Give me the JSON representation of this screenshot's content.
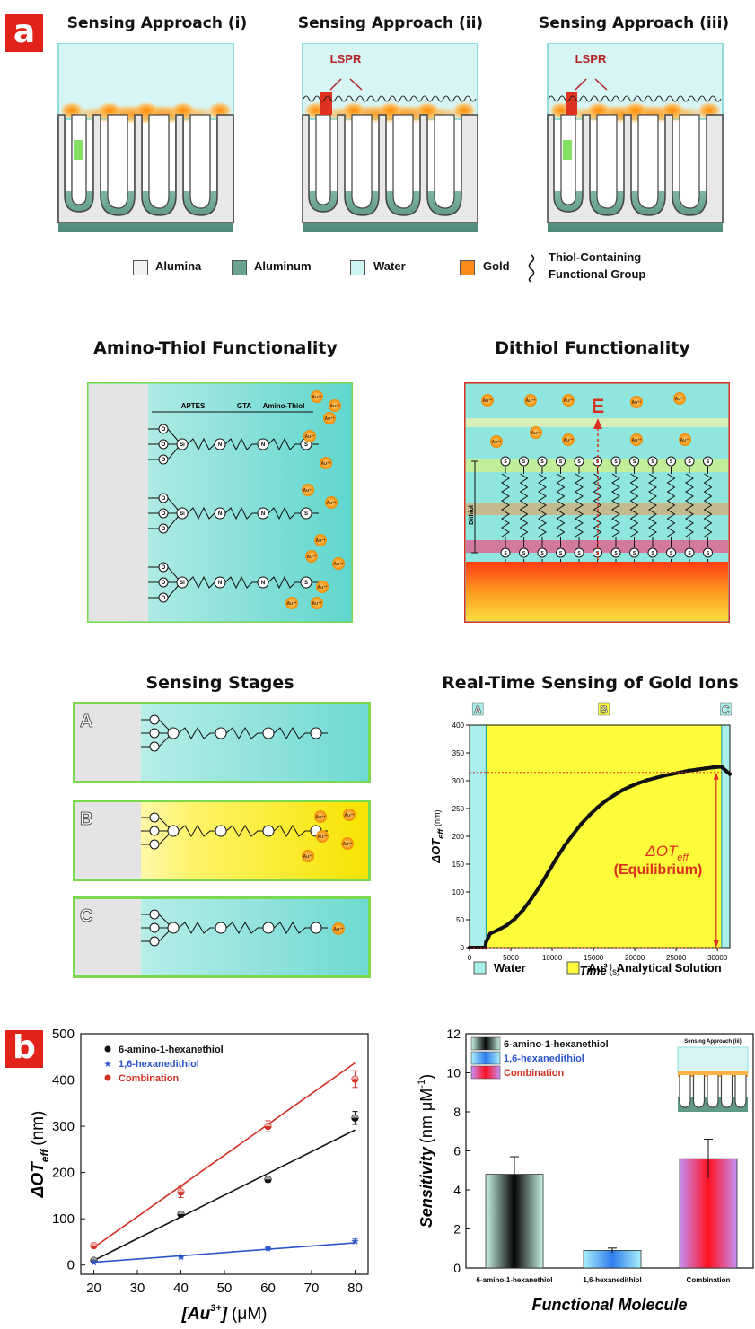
{
  "panel_a": {
    "badge": "a",
    "approaches": [
      "Sensing Approach (i)",
      "Sensing Approach (ii)",
      "Sensing Approach (iii)"
    ],
    "lspr_label": "LSPR",
    "legend": {
      "alumina": "Alumina",
      "aluminum": "Aluminum",
      "water": "Water",
      "gold": "Gold",
      "thiol_line1": "Thiol-Containing",
      "thiol_line2": "Functional Group"
    },
    "amino_thiol": {
      "title": "Amino-Thiol Functionality",
      "segment_aptes": "APTES",
      "segment_gta": "GTA",
      "segment_amino_thiol": "Amino-Thiol",
      "atom_o": "O",
      "atom_si": "Si",
      "atom_n": "N",
      "atom_s": "S",
      "ion": "Au³⁺"
    },
    "dithiol": {
      "title": "Dithiol Functionality",
      "field_label": "E",
      "side_label": "Dithiol",
      "ion": "Au³⁺",
      "atom_s": "S"
    },
    "sensing_stages": {
      "title": "Sensing Stages",
      "stages": [
        "A",
        "B",
        "C"
      ]
    },
    "realtime": {
      "title": "Real-Time Sensing of Gold Ions",
      "stage_labels": [
        "A",
        "B",
        "C"
      ],
      "annotation_line1": "ΔOT",
      "annotation_sub": "eff",
      "annotation_line2": "(Equilibrium)",
      "legend_water": "Water",
      "legend_au": "Au³⁺ Analytical Solution"
    }
  },
  "chart_data": [
    {
      "type": "line",
      "xlabel_main": "Time",
      "xlabel_unit": "(s)",
      "ylabel_main": "ΔOT",
      "ylabel_sub": "eff",
      "ylabel_unit": "(nm)",
      "xlim": [
        0,
        31500
      ],
      "ylim": [
        0,
        400
      ],
      "xticks": [
        0,
        5000,
        10000,
        15000,
        20000,
        25000,
        30000
      ],
      "yticks": [
        0,
        50,
        100,
        150,
        200,
        250,
        300,
        350,
        400
      ],
      "stage_bounds": [
        2000,
        30500
      ],
      "equilibrium_value": 315,
      "series": [
        {
          "x": [
            0,
            1000,
            1900,
            2000,
            2500,
            3500,
            4500,
            5500,
            6500,
            7500,
            8500,
            9500,
            10500,
            11500,
            12500,
            13500,
            14500,
            15500,
            16500,
            17500,
            18500,
            19500,
            20500,
            21500,
            22500,
            23500,
            24500,
            25500,
            26500,
            27500,
            28500,
            29500,
            30500,
            31000,
            31500
          ],
          "y": [
            0,
            0,
            0,
            10,
            25,
            32,
            40,
            52,
            68,
            88,
            110,
            135,
            160,
            183,
            203,
            222,
            238,
            252,
            264,
            274,
            283,
            290,
            296,
            301,
            305,
            309,
            312,
            315,
            318,
            320,
            322,
            324,
            325,
            318,
            312
          ]
        }
      ]
    },
    {
      "type": "scatter",
      "xlabel_main": "[Au",
      "xlabel_sup": "3+",
      "xlabel_close": "]",
      "xlabel_unit": "(μM)",
      "ylabel_main": "ΔOT",
      "ylabel_sub": "eff",
      "ylabel_unit": "(nm)",
      "xlim": [
        17,
        83
      ],
      "ylim": [
        -20,
        500
      ],
      "xticks": [
        20,
        30,
        40,
        50,
        60,
        70,
        80
      ],
      "yticks": [
        0,
        100,
        200,
        300,
        400,
        500
      ],
      "series": [
        {
          "name": "6-amino-1-hexanethiol",
          "color": "#111111",
          "marker": "circle",
          "x": [
            20,
            40,
            60,
            80
          ],
          "y": [
            10,
            110,
            185,
            318
          ],
          "err": [
            4,
            6,
            6,
            14
          ],
          "fit": [
            [
              20,
              10
            ],
            [
              80,
              292
            ]
          ]
        },
        {
          "name": "1,6-hexanedithiol",
          "color": "#2b55c8",
          "marker": "star",
          "x": [
            20,
            40,
            60,
            80
          ],
          "y": [
            6,
            18,
            36,
            52
          ],
          "err": [
            2,
            3,
            3,
            4
          ],
          "fit": [
            [
              20,
              6
            ],
            [
              80,
              48
            ]
          ]
        },
        {
          "name": "Combination",
          "color": "#d03024",
          "marker": "circle",
          "x": [
            20,
            40,
            60,
            80
          ],
          "y": [
            42,
            158,
            300,
            402
          ],
          "err": [
            4,
            12,
            12,
            18
          ],
          "fit": [
            [
              20,
              38
            ],
            [
              80,
              437
            ]
          ]
        }
      ]
    },
    {
      "type": "bar",
      "xlabel": "Functional Molecule",
      "ylabel_main": "Sensitivity",
      "ylabel_unit": "(nm μM",
      "ylabel_sup": "-1",
      "ylabel_close": ")",
      "ylim": [
        0,
        12
      ],
      "yticks": [
        0,
        2,
        4,
        6,
        8,
        10,
        12
      ],
      "categories": [
        "6-amino-1-hexanethiol",
        "1,6-hexanedithiol",
        "Combination"
      ],
      "values": [
        4.8,
        0.9,
        5.6
      ],
      "errors": [
        0.9,
        0.12,
        1.0
      ],
      "legend": [
        "6-amino-1-hexanethiol",
        "1,6-hexanedithiol",
        "Combination"
      ],
      "inset_title": "Sensing Approach (iii)"
    }
  ],
  "panel_b": {
    "badge": "b"
  }
}
